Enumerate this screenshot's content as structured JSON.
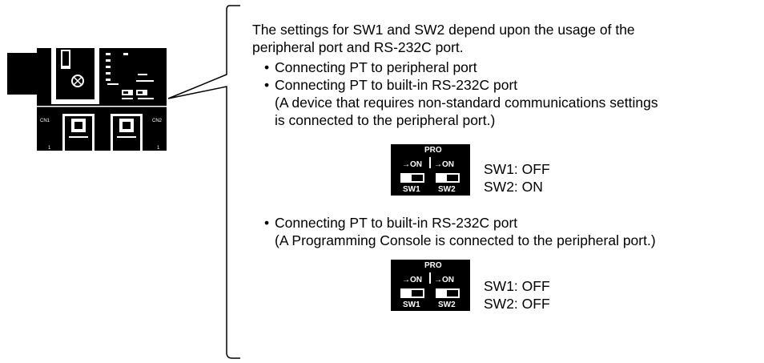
{
  "intro": {
    "line1": "The settings for SW1 and SW2 depend upon the usage of the",
    "line2": "peripheral port and RS-232C port."
  },
  "bullets": [
    {
      "text": "Connecting PT to peripheral port"
    },
    {
      "text": "Connecting PT to built-in RS-232C port",
      "sub1": "(A device that requires non-standard communications settings",
      "sub2": "is connected to the peripheral port.)"
    },
    {
      "text": "Connecting PT to built-in RS-232C port",
      "sub1": "(A Programming Console is connected to the peripheral port.)"
    }
  ],
  "bullet_symbol": "•",
  "switch_diagrams": [
    {
      "pro_label": "PRO",
      "sw1_on": "→ON",
      "sw2_on": "→ON",
      "sw1_name": "SW1",
      "sw2_name": "SW2",
      "sw1_setting": "SW1: OFF",
      "sw2_setting": "SW2: ON"
    },
    {
      "pro_label": "PRO",
      "sw1_on": "→ON",
      "sw2_on": "→ON",
      "sw1_name": "SW1",
      "sw2_name": "SW2",
      "sw1_setting": "SW1: OFF",
      "sw2_setting": "SW2: OFF"
    }
  ],
  "device_photo": {
    "port1_label": "CN1",
    "port2_label": "CN2",
    "pin_left": "1",
    "pin_right": "1"
  },
  "colors": {
    "ink": "#000000",
    "paper": "#ffffff"
  }
}
